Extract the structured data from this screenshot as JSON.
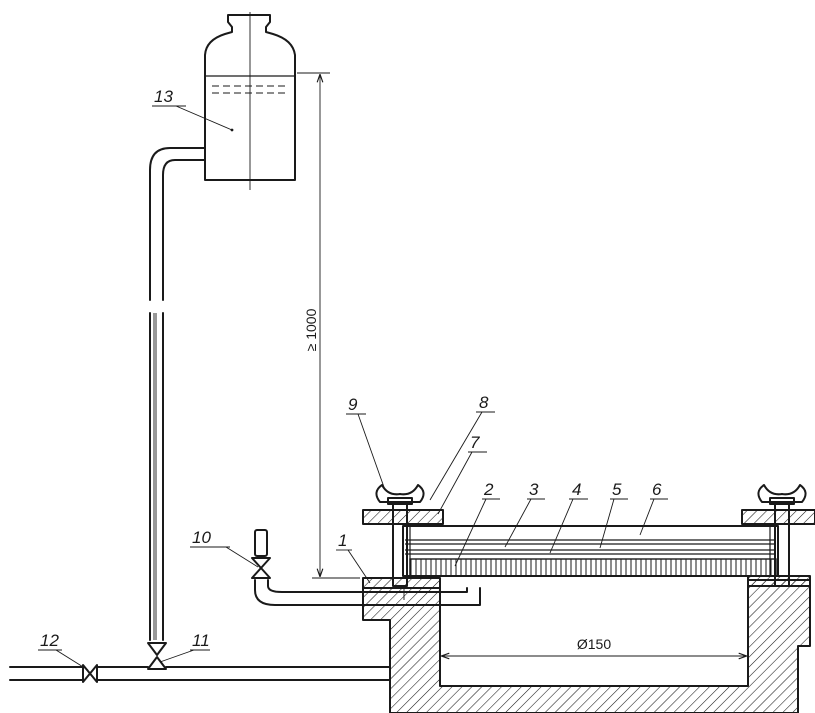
{
  "labels": {
    "l1": "1",
    "l2": "2",
    "l3": "3",
    "l4": "4",
    "l5": "5",
    "l6": "6",
    "l7": "7",
    "l8": "8",
    "l9": "9",
    "l10": "10",
    "l11": "11",
    "l12": "12",
    "l13": "13"
  },
  "dimensions": {
    "height": "≥ 1000",
    "diameter": "Ø150"
  }
}
